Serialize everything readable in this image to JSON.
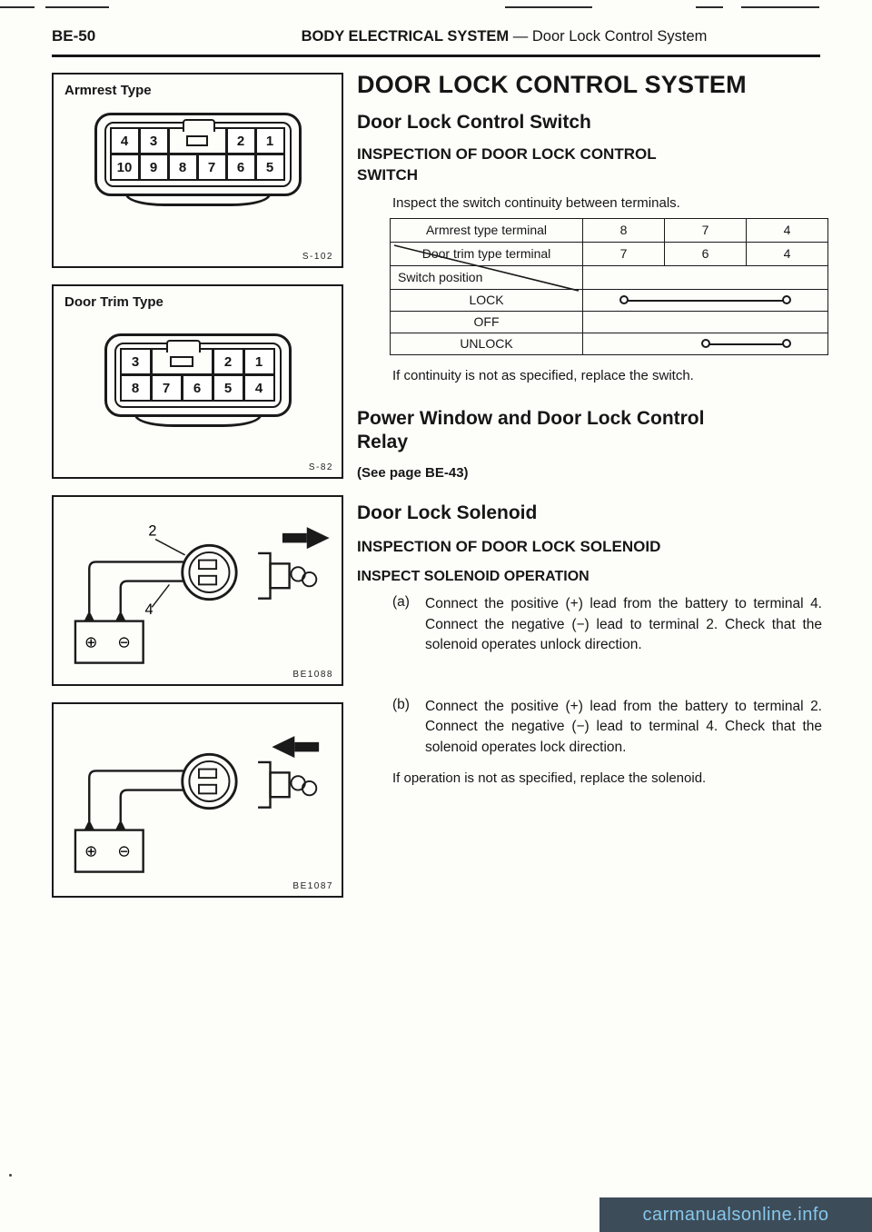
{
  "header": {
    "page_code": "BE-50",
    "section_title": "BODY ELECTRICAL SYSTEM",
    "subsection_title": "— Door Lock Control System"
  },
  "figures": {
    "armrest": {
      "title": "Armrest Type",
      "ref": "S-102",
      "top_pins": [
        "4",
        "3",
        "2",
        "1"
      ],
      "bottom_pins": [
        "10",
        "9",
        "8",
        "7",
        "6",
        "5"
      ]
    },
    "door_trim": {
      "title": "Door Trim Type",
      "ref": "S-82",
      "top_pins": [
        "3",
        "2",
        "1"
      ],
      "bottom_pins": [
        "8",
        "7",
        "6",
        "5",
        "4"
      ]
    },
    "solenoid_unlock": {
      "ref": "BE1088",
      "terminal_labels": [
        "2",
        "4"
      ],
      "battery_plus": "⊕",
      "battery_minus": "⊖",
      "arrow_direction": "right"
    },
    "solenoid_lock": {
      "ref": "BE1087",
      "battery_plus": "⊕",
      "battery_minus": "⊖",
      "arrow_direction": "left"
    }
  },
  "content": {
    "main_title": "DOOR LOCK CONTROL SYSTEM",
    "switch_section": {
      "title": "Door Lock Control Switch",
      "inspection_heading": "INSPECTION OF DOOR LOCK CONTROL SWITCH",
      "intro": "Inspect the switch continuity between terminals.",
      "table": {
        "armrest_header": {
          "label": "Armrest type terminal",
          "terminals": [
            "8",
            "7",
            "4"
          ]
        },
        "door_trim_header": {
          "label": "Door trim type terminal",
          "terminals": [
            "7",
            "6",
            "4"
          ]
        },
        "corner_label": "Switch position",
        "rows": [
          {
            "position": "LOCK",
            "continuity": "first terminal – last terminal (8–4 armrest / 7–4 door trim)"
          },
          {
            "position": "OFF",
            "continuity": ""
          },
          {
            "position": "UNLOCK",
            "continuity": "middle terminal – last terminal (7–4 armrest / 6–4 door trim)"
          }
        ]
      },
      "note": "If continuity is not as specified, replace the switch."
    },
    "relay_section": {
      "title": "Power Window and Door Lock Control Relay",
      "reference": "(See page BE-43)"
    },
    "solenoid_section": {
      "title": "Door Lock Solenoid",
      "inspection_heading": "INSPECTION OF DOOR LOCK SOLENOID",
      "operation_heading": "INSPECT SOLENOID OPERATION",
      "steps": [
        {
          "label": "(a)",
          "text": "Connect the positive (+) lead from the battery to terminal 4. Connect the negative (−) lead to terminal 2. Check that the solenoid operates unlock direction."
        },
        {
          "label": "(b)",
          "text": "Connect the positive (+) lead from the battery to terminal 2. Connect the negative (−) lead to terminal 4. Check that the solenoid operates lock direction."
        }
      ],
      "note": "If operation is not as specified, replace the solenoid."
    }
  },
  "watermark": {
    "text": "carmanualsonline.info",
    "bg": "#3d4c59",
    "fg": "#86c7ea"
  }
}
